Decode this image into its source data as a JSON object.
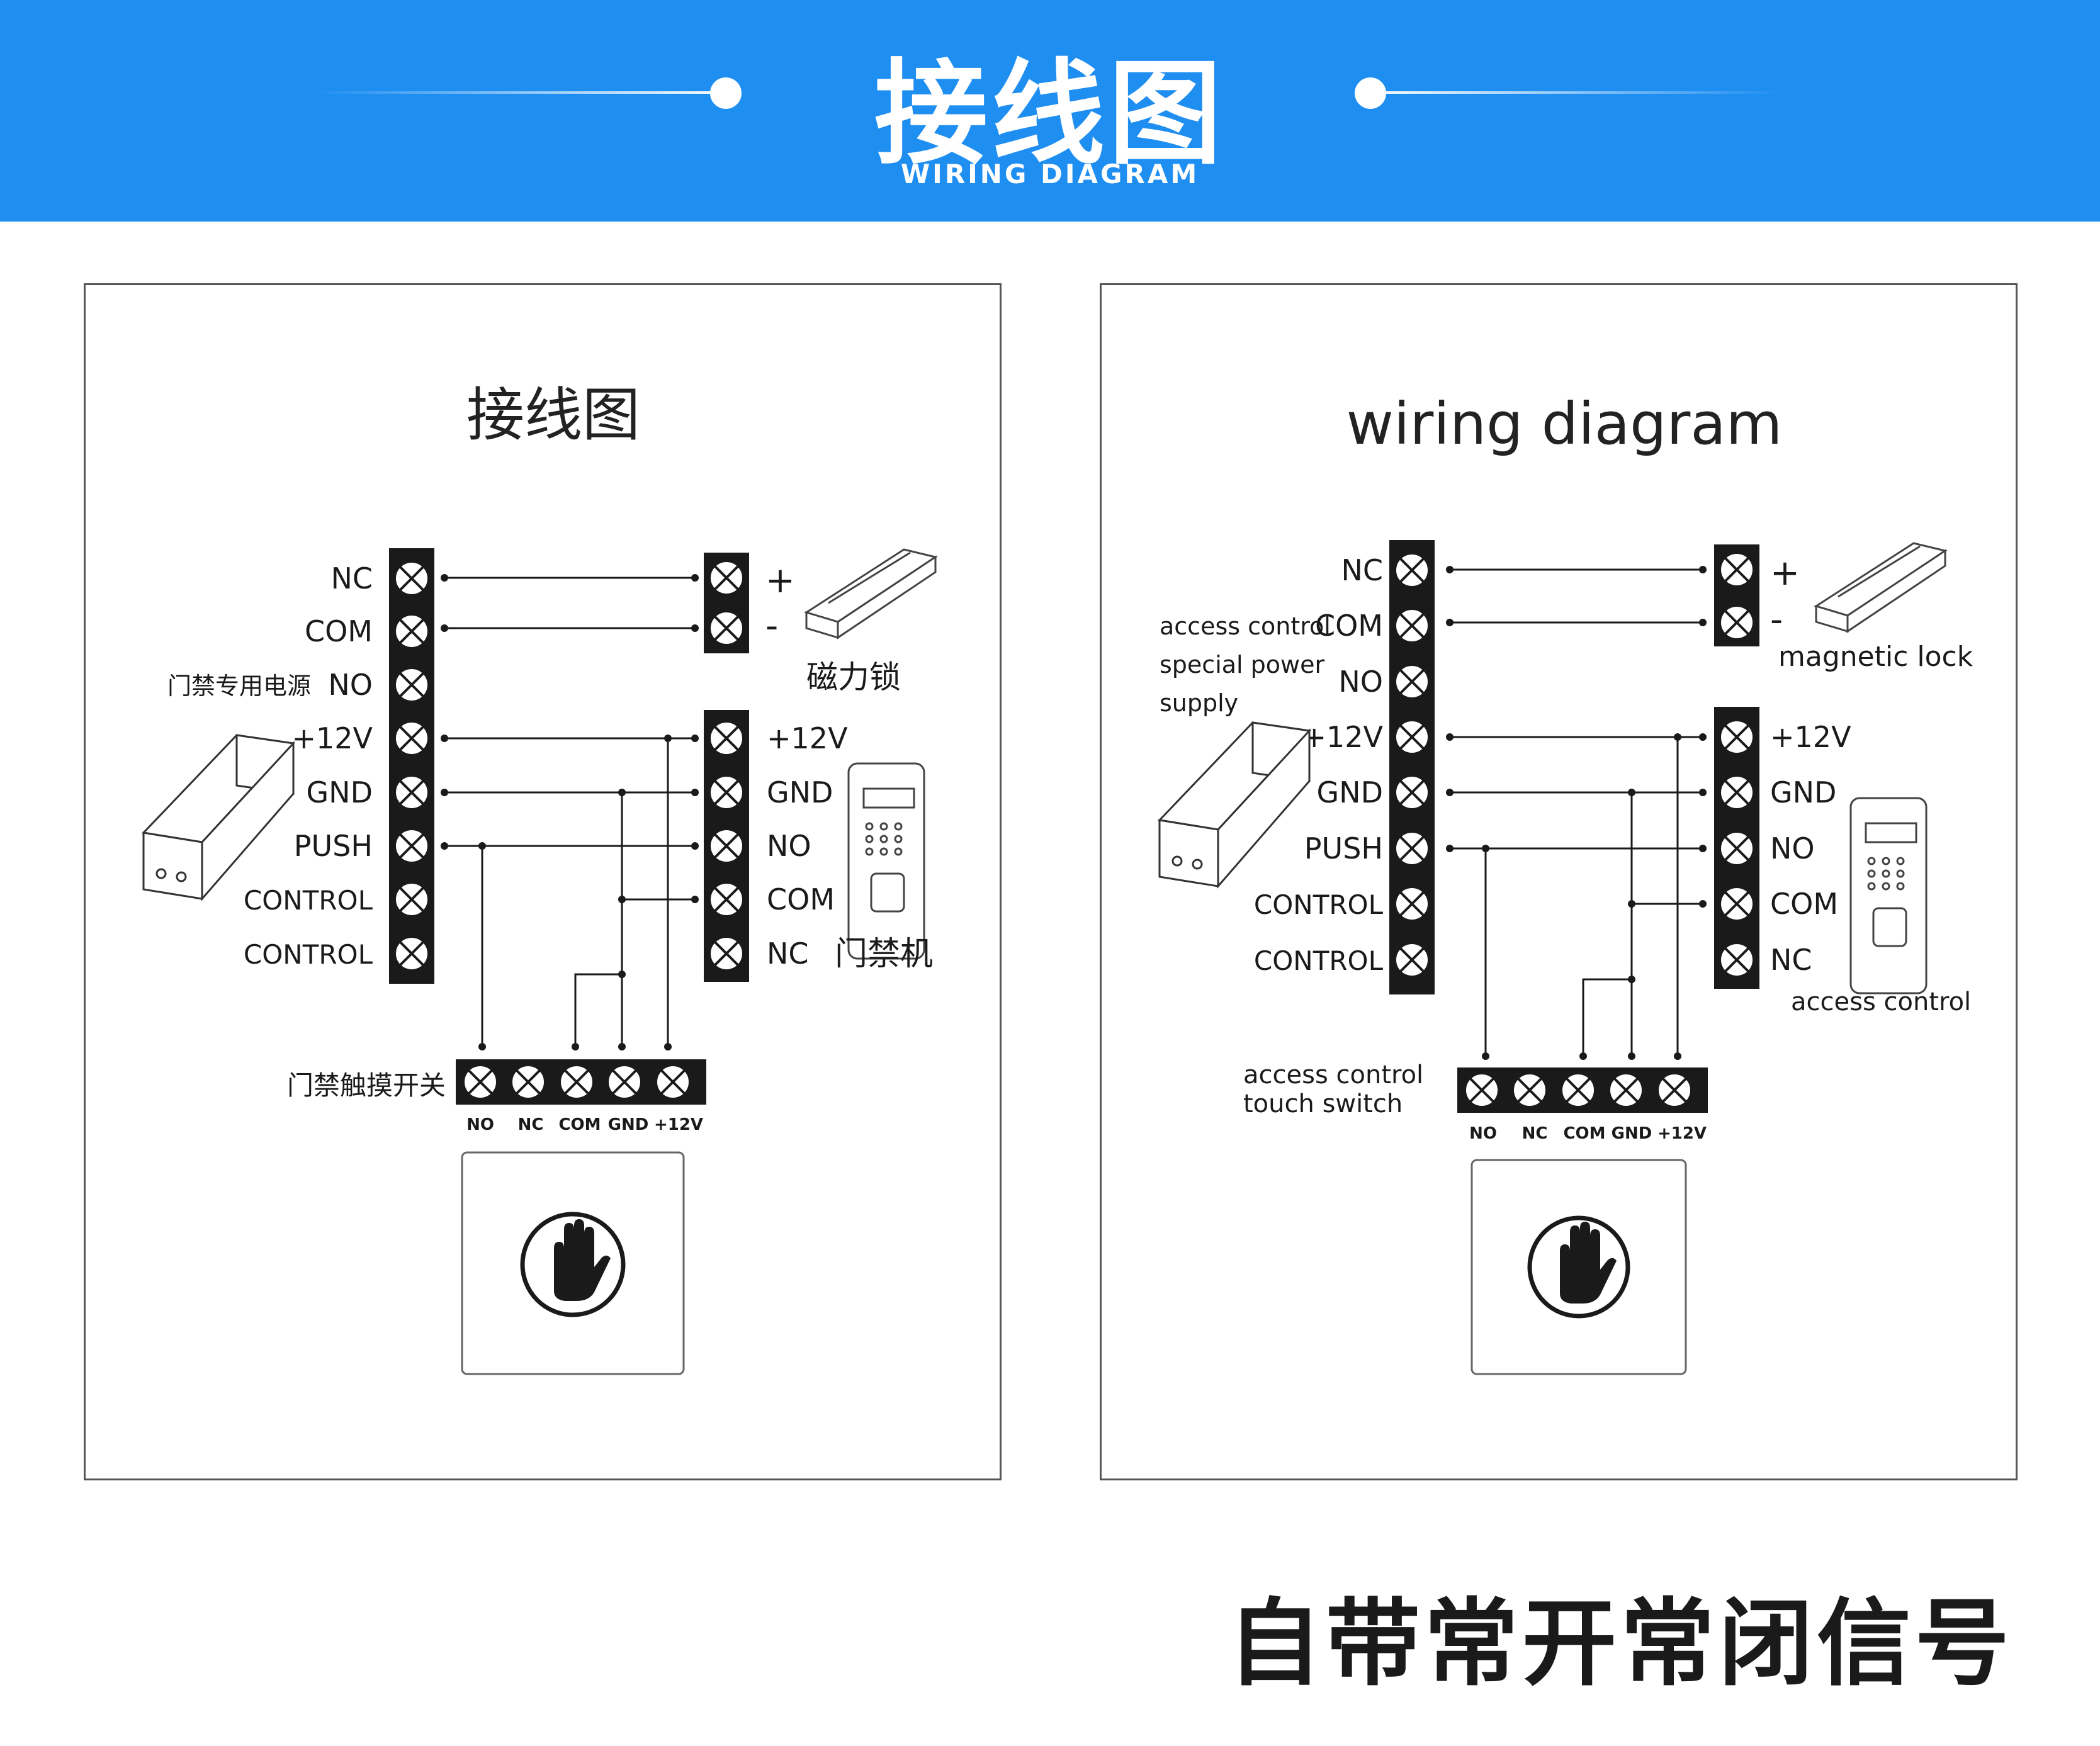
{
  "header": {
    "title": "接线图",
    "subtitle": "WIRING DIAGRAM"
  },
  "left": {
    "title": "接线图",
    "left_terminals": [
      "NC",
      "COM",
      "NO",
      "+12V",
      "GND",
      "PUSH",
      "CONTROL",
      "CONTROL"
    ],
    "power_label": "门禁专用电源",
    "lock_terminals": [
      "+",
      "-"
    ],
    "lock_label": "磁力锁",
    "reader_terminals": [
      "+12V",
      "GND",
      "NO",
      "COM",
      "NC"
    ],
    "reader_label": "门禁机",
    "switch_label": "门禁触摸开关",
    "switch_terminals": [
      "NO",
      "NC",
      "COM",
      "GND",
      "+12V"
    ]
  },
  "right": {
    "title": "wiring diagram",
    "left_terminals": [
      "NC",
      "COM",
      "NO",
      "+12V",
      "GND",
      "PUSH",
      "CONTROL",
      "CONTROL"
    ],
    "power_label_1": "access control",
    "power_label_2": "special power",
    "power_label_3": "supply",
    "lock_terminals": [
      "+",
      "-"
    ],
    "lock_label": "magnetic lock",
    "reader_terminals": [
      "+12V",
      "GND",
      "NO",
      "COM",
      "NC"
    ],
    "reader_label": "access control",
    "switch_label_1": "access control",
    "switch_label_2": "touch switch",
    "switch_terminals": [
      "NO",
      "NC",
      "COM",
      "GND",
      "+12V"
    ]
  },
  "footer": {
    "text": "自带常开常闭信号"
  }
}
